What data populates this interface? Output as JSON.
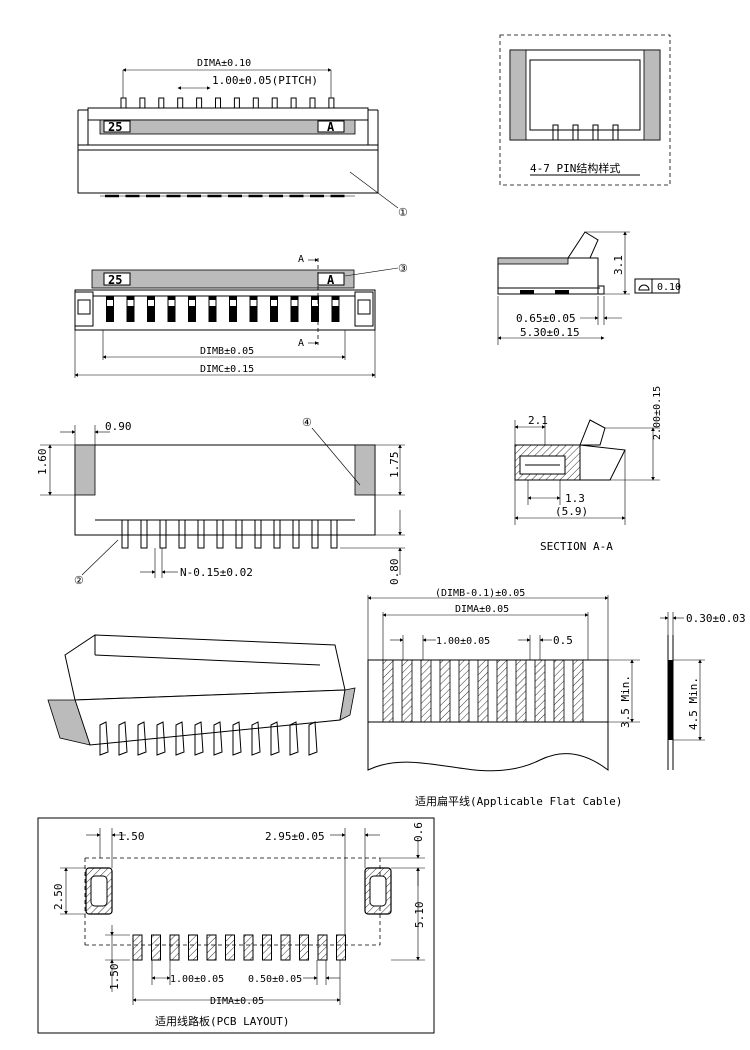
{
  "views": {
    "front": {
      "dim_a": "DIMA±0.10",
      "pitch": "1.00±0.05(PITCH)",
      "pin_count_mark": "25",
      "position_mark": "A",
      "balloon": "①"
    },
    "variant": {
      "caption": "4-7 PIN结构样式"
    },
    "top": {
      "pin_count_mark": "25",
      "position_mark": "A",
      "section_mark_top": "A",
      "section_mark_bottom": "A",
      "dim_b": "DIMB±0.05",
      "dim_c": "DIMC±0.15",
      "balloon": "③"
    },
    "side": {
      "height": "3.1",
      "flatness_value": "0.10",
      "offset": "0.65±0.05",
      "depth": "5.30±0.15"
    },
    "bottom": {
      "left_height": "1.60",
      "left_width": "0.90",
      "right_height": "1.75",
      "terminal_length": "0.80",
      "pin_width": "N-0.15±0.02",
      "balloon_left": "②",
      "balloon_right": "④"
    },
    "section": {
      "top_width": "2.1",
      "height": "2.00±0.15",
      "inner_width": "1.3",
      "total_width": "(5.9)",
      "caption": "SECTION A-A"
    },
    "cable": {
      "total_width": "(DIMB-0.1)±0.05",
      "conductor_span": "DIMA±0.05",
      "pitch": "1.00±0.05",
      "conductor_width": "0.5",
      "exposed_length": "3.5 Min.",
      "stiffener_length": "4.5 Min.",
      "thickness": "0.30±0.03",
      "caption": "适用扁平线(Applicable Flat Cable)"
    },
    "pcb": {
      "edge_offset": "1.50",
      "pad_offset": "2.95±0.05",
      "top_margin": "0.6",
      "anchor_height": "2.50",
      "total_height": "5.10",
      "pad_length": "1.50",
      "pitch": "1.00±0.05",
      "pad_width": "0.50±0.05",
      "span": "DIMA±0.05",
      "caption": "适用线路板(PCB LAYOUT)"
    }
  }
}
